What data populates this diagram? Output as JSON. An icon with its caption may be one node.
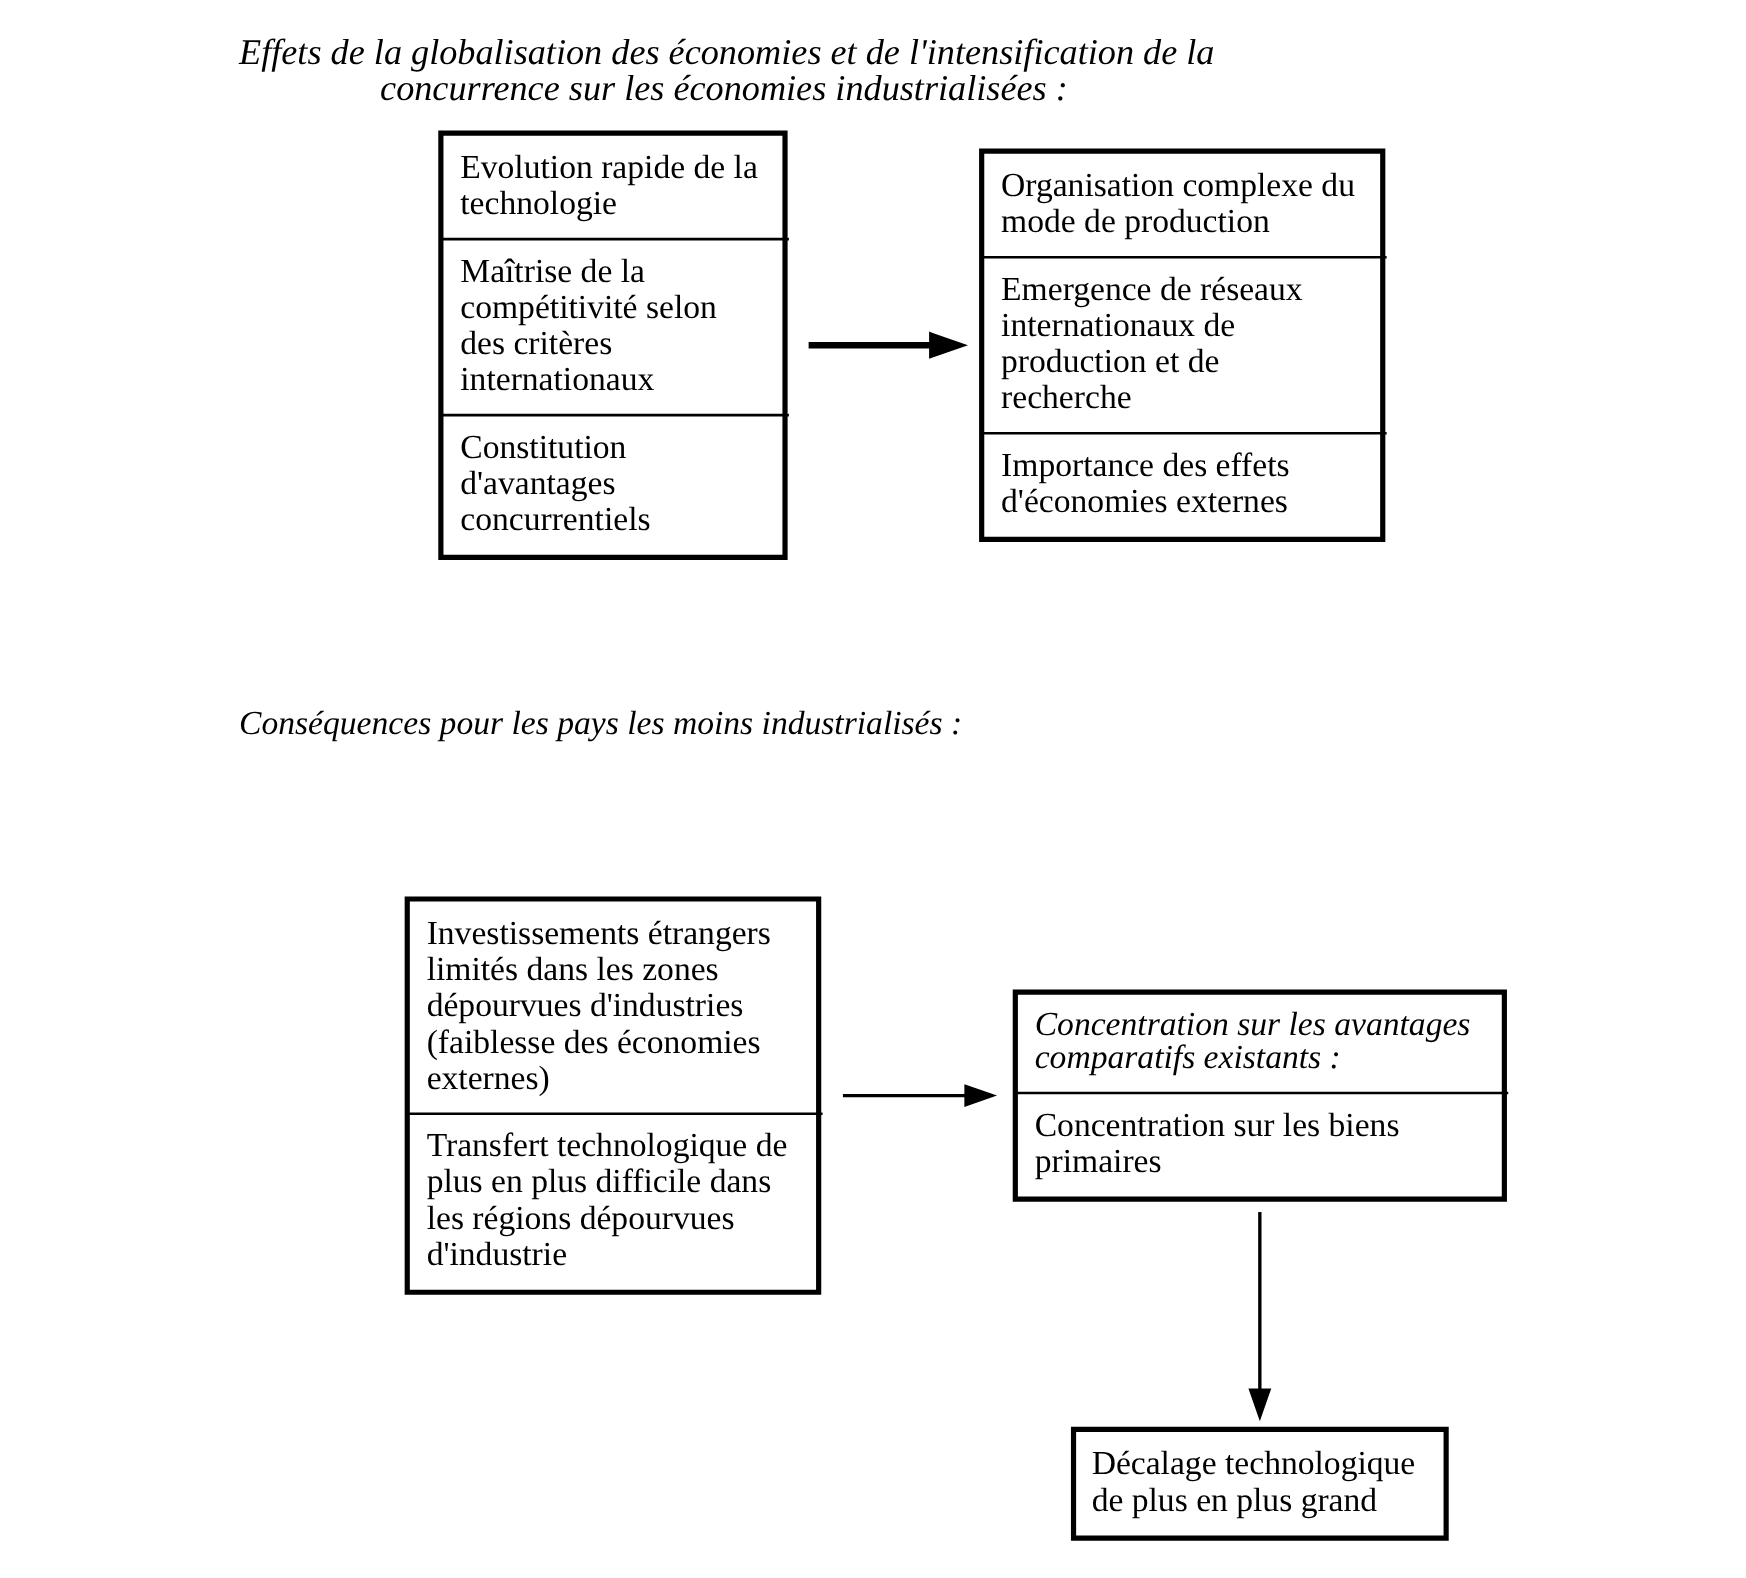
{
  "diagram": {
    "title": "Effets de la globalisation des économies et de l'intensification de la concurrence sur les économies industrialisées :",
    "nodes": [
      {
        "text": [
          "Evolution rapide de la technologie",
          "Maîtrise de la compétitivité selon des critères internationaux",
          "Constitution d'avantages concurrentiels"
        ]
      },
      {
        "text": [
          "Organisation complexe du mode de production",
          "Emergence de réseaux internationaux de production et de recherche",
          "Importance des effets d'économies externes"
        ]
      },
      {
        "text": [
          "Investissements étrangers limités dans les zones dépourvues d'industries (faiblesse des économies externes)",
          "Transfert technologique de plus en plus difficile dans les régions dépourvues d'industrie"
        ]
      },
      {
        "text": [
          "*Concentration sur les avantages comparatifs existants :*",
          "Concentration sur les biens primaires"
        ]
      },
      {
        "text": [
          "Décalage technologique de plus en plus grand"
        ]
      }
    ],
    "edges": [
      {
        "from": 0,
        "to": 1,
        "arrow": "to",
        "style": "thick"
      },
      {
        "from": 2,
        "to": 3,
        "arrow": "to"
      },
      {
        "from": 3,
        "to": 4,
        "arrow": "to"
      }
    ],
    "labels": [
      "Conséquences pour les pays les moins industrialisés :"
    ]
  }
}
